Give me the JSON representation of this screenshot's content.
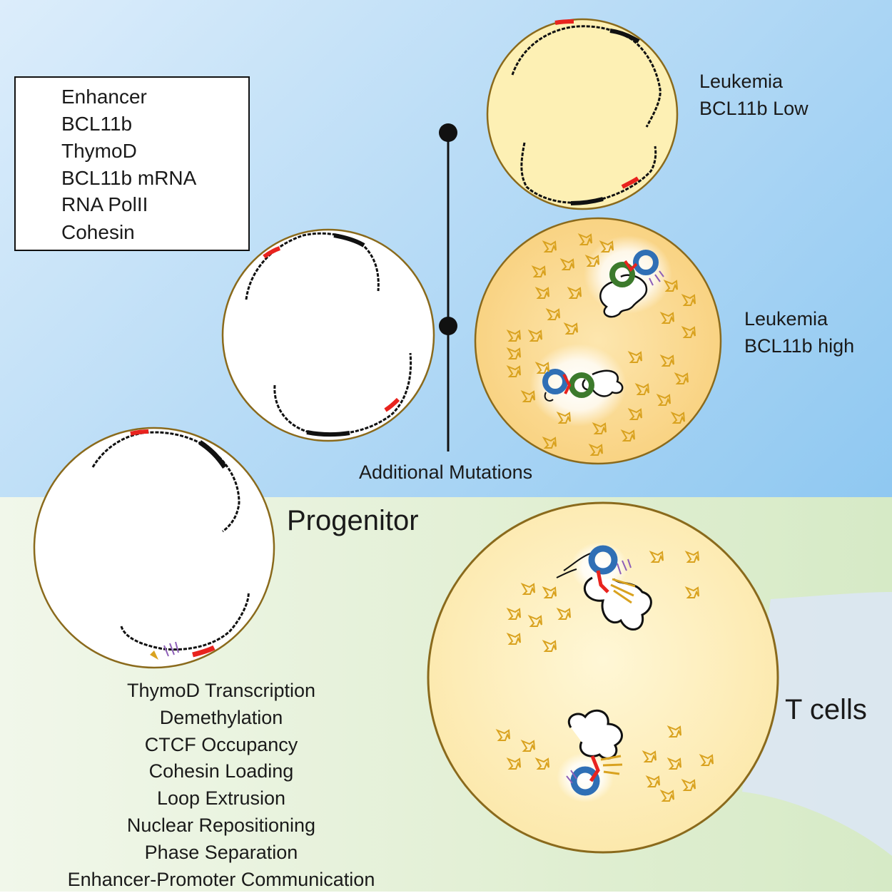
{
  "legend": {
    "items": [
      {
        "label": "Enhancer",
        "symbol": "enhancer",
        "color": "#111111"
      },
      {
        "label": "BCL11b",
        "symbol": "bcl11b",
        "color": "#e8231e"
      },
      {
        "label": "ThymoD",
        "symbol": "thymod",
        "color": "#8e5fb8"
      },
      {
        "label": "BCL11b mRNA",
        "symbol": "mrna",
        "color": "#d9a21f"
      },
      {
        "label": "RNA PolII",
        "symbol": "polii",
        "color": "#5a9ad8"
      },
      {
        "label": "Cohesin",
        "symbol": "cohesin",
        "color": "#2f6fb5"
      }
    ]
  },
  "cells": {
    "leukemia_low": {
      "line1": "Leukemia",
      "line2": "BCL11b Low"
    },
    "leukemia_high": {
      "line1": "Leukemia",
      "line2": "BCL11b high"
    },
    "progenitor": {
      "label": "Progenitor"
    },
    "tcells": {
      "label": "T cells"
    }
  },
  "timeline": {
    "label": "Additional Mutations"
  },
  "steps": [
    "ThymoD Transcription",
    "Demethylation",
    "CTCF Occupancy",
    "Cohesin Loading",
    "Loop Extrusion",
    "Nuclear Repositioning",
    "Phase Separation",
    "Enhancer-Promoter Communication"
  ],
  "colors": {
    "cell_outline": "#8a6a1c",
    "cytoplasm_light": "#fff3c2",
    "cytoplasm_medium": "#fbd98a",
    "chromatin": "#111111",
    "cohesin_outer": "#2f6fb5",
    "cohesin_inner": "#3c7a2c"
  }
}
